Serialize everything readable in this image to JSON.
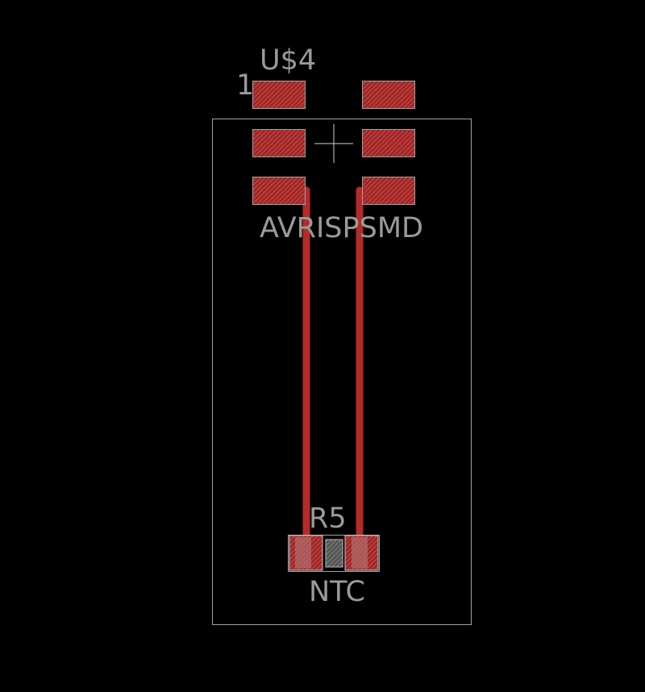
{
  "board": {
    "component_name": "U$4",
    "component_value": "AVRISPSMD",
    "pin_one_label": "1",
    "resistor_name": "R5",
    "resistor_value": "NTC"
  },
  "colors": {
    "background": "#000000",
    "outline": "#a0a0a0",
    "copper": "#b52a2a",
    "pad_hatch": "#d45a5a",
    "label": "#9a9a9a"
  }
}
